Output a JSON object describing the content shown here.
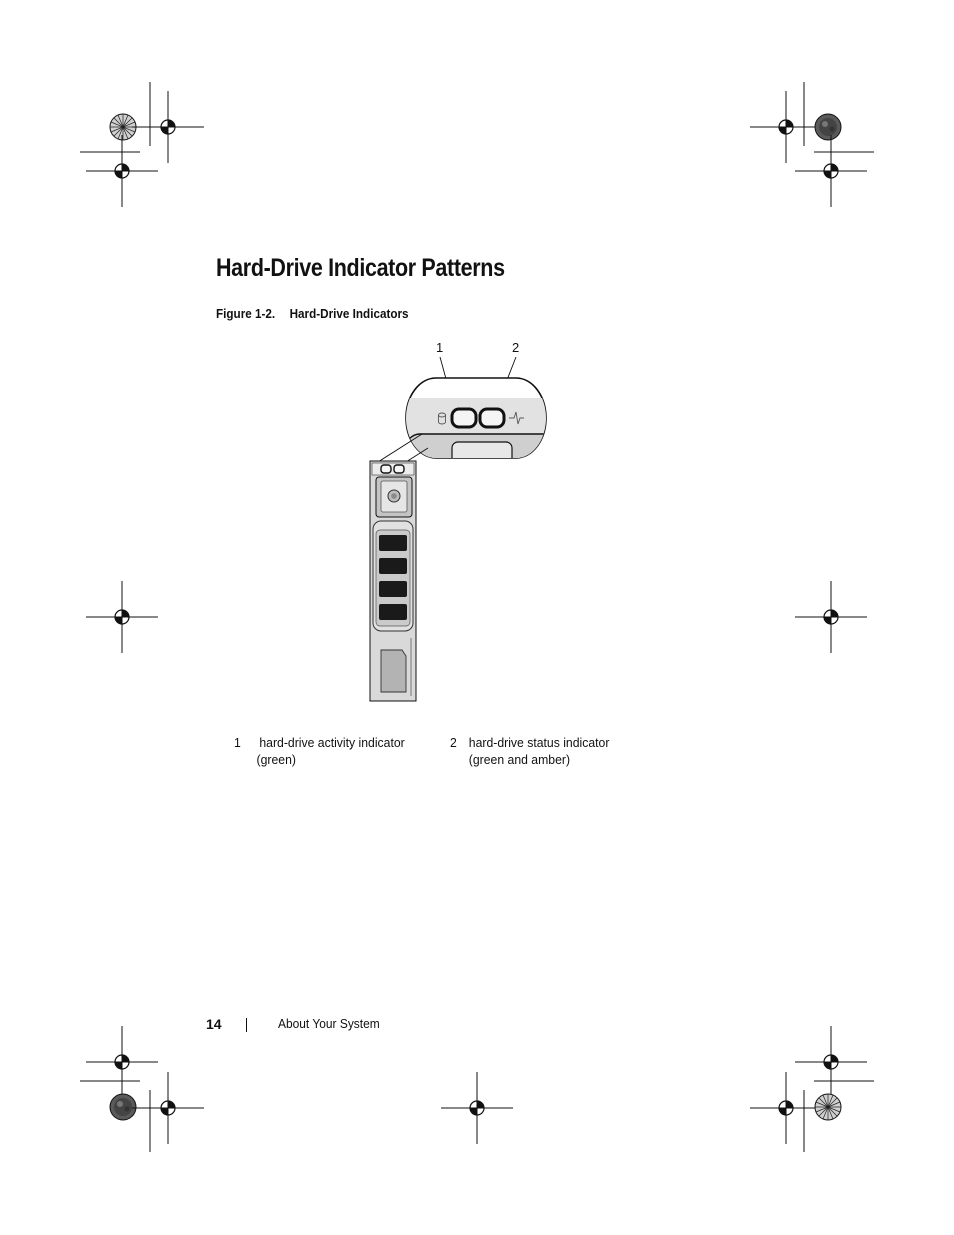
{
  "page": {
    "heading": "Hard-Drive Indicator Patterns",
    "figure_caption": {
      "number": "Figure 1-2.",
      "title": "Hard-Drive Indicators"
    },
    "callouts": [
      "1",
      "2"
    ],
    "legend": [
      {
        "num": "1",
        "line1": "hard-drive activity indicator",
        "line2": "(green)"
      },
      {
        "num": "2",
        "line1": "hard-drive status indicator",
        "line2": "(green and amber)"
      }
    ],
    "footer": {
      "page_number": "14",
      "section": "About Your System"
    }
  },
  "colors": {
    "ink": "#111111",
    "panel_gray": "#d6d6d6",
    "dark_slot": "#1a1a1a"
  }
}
